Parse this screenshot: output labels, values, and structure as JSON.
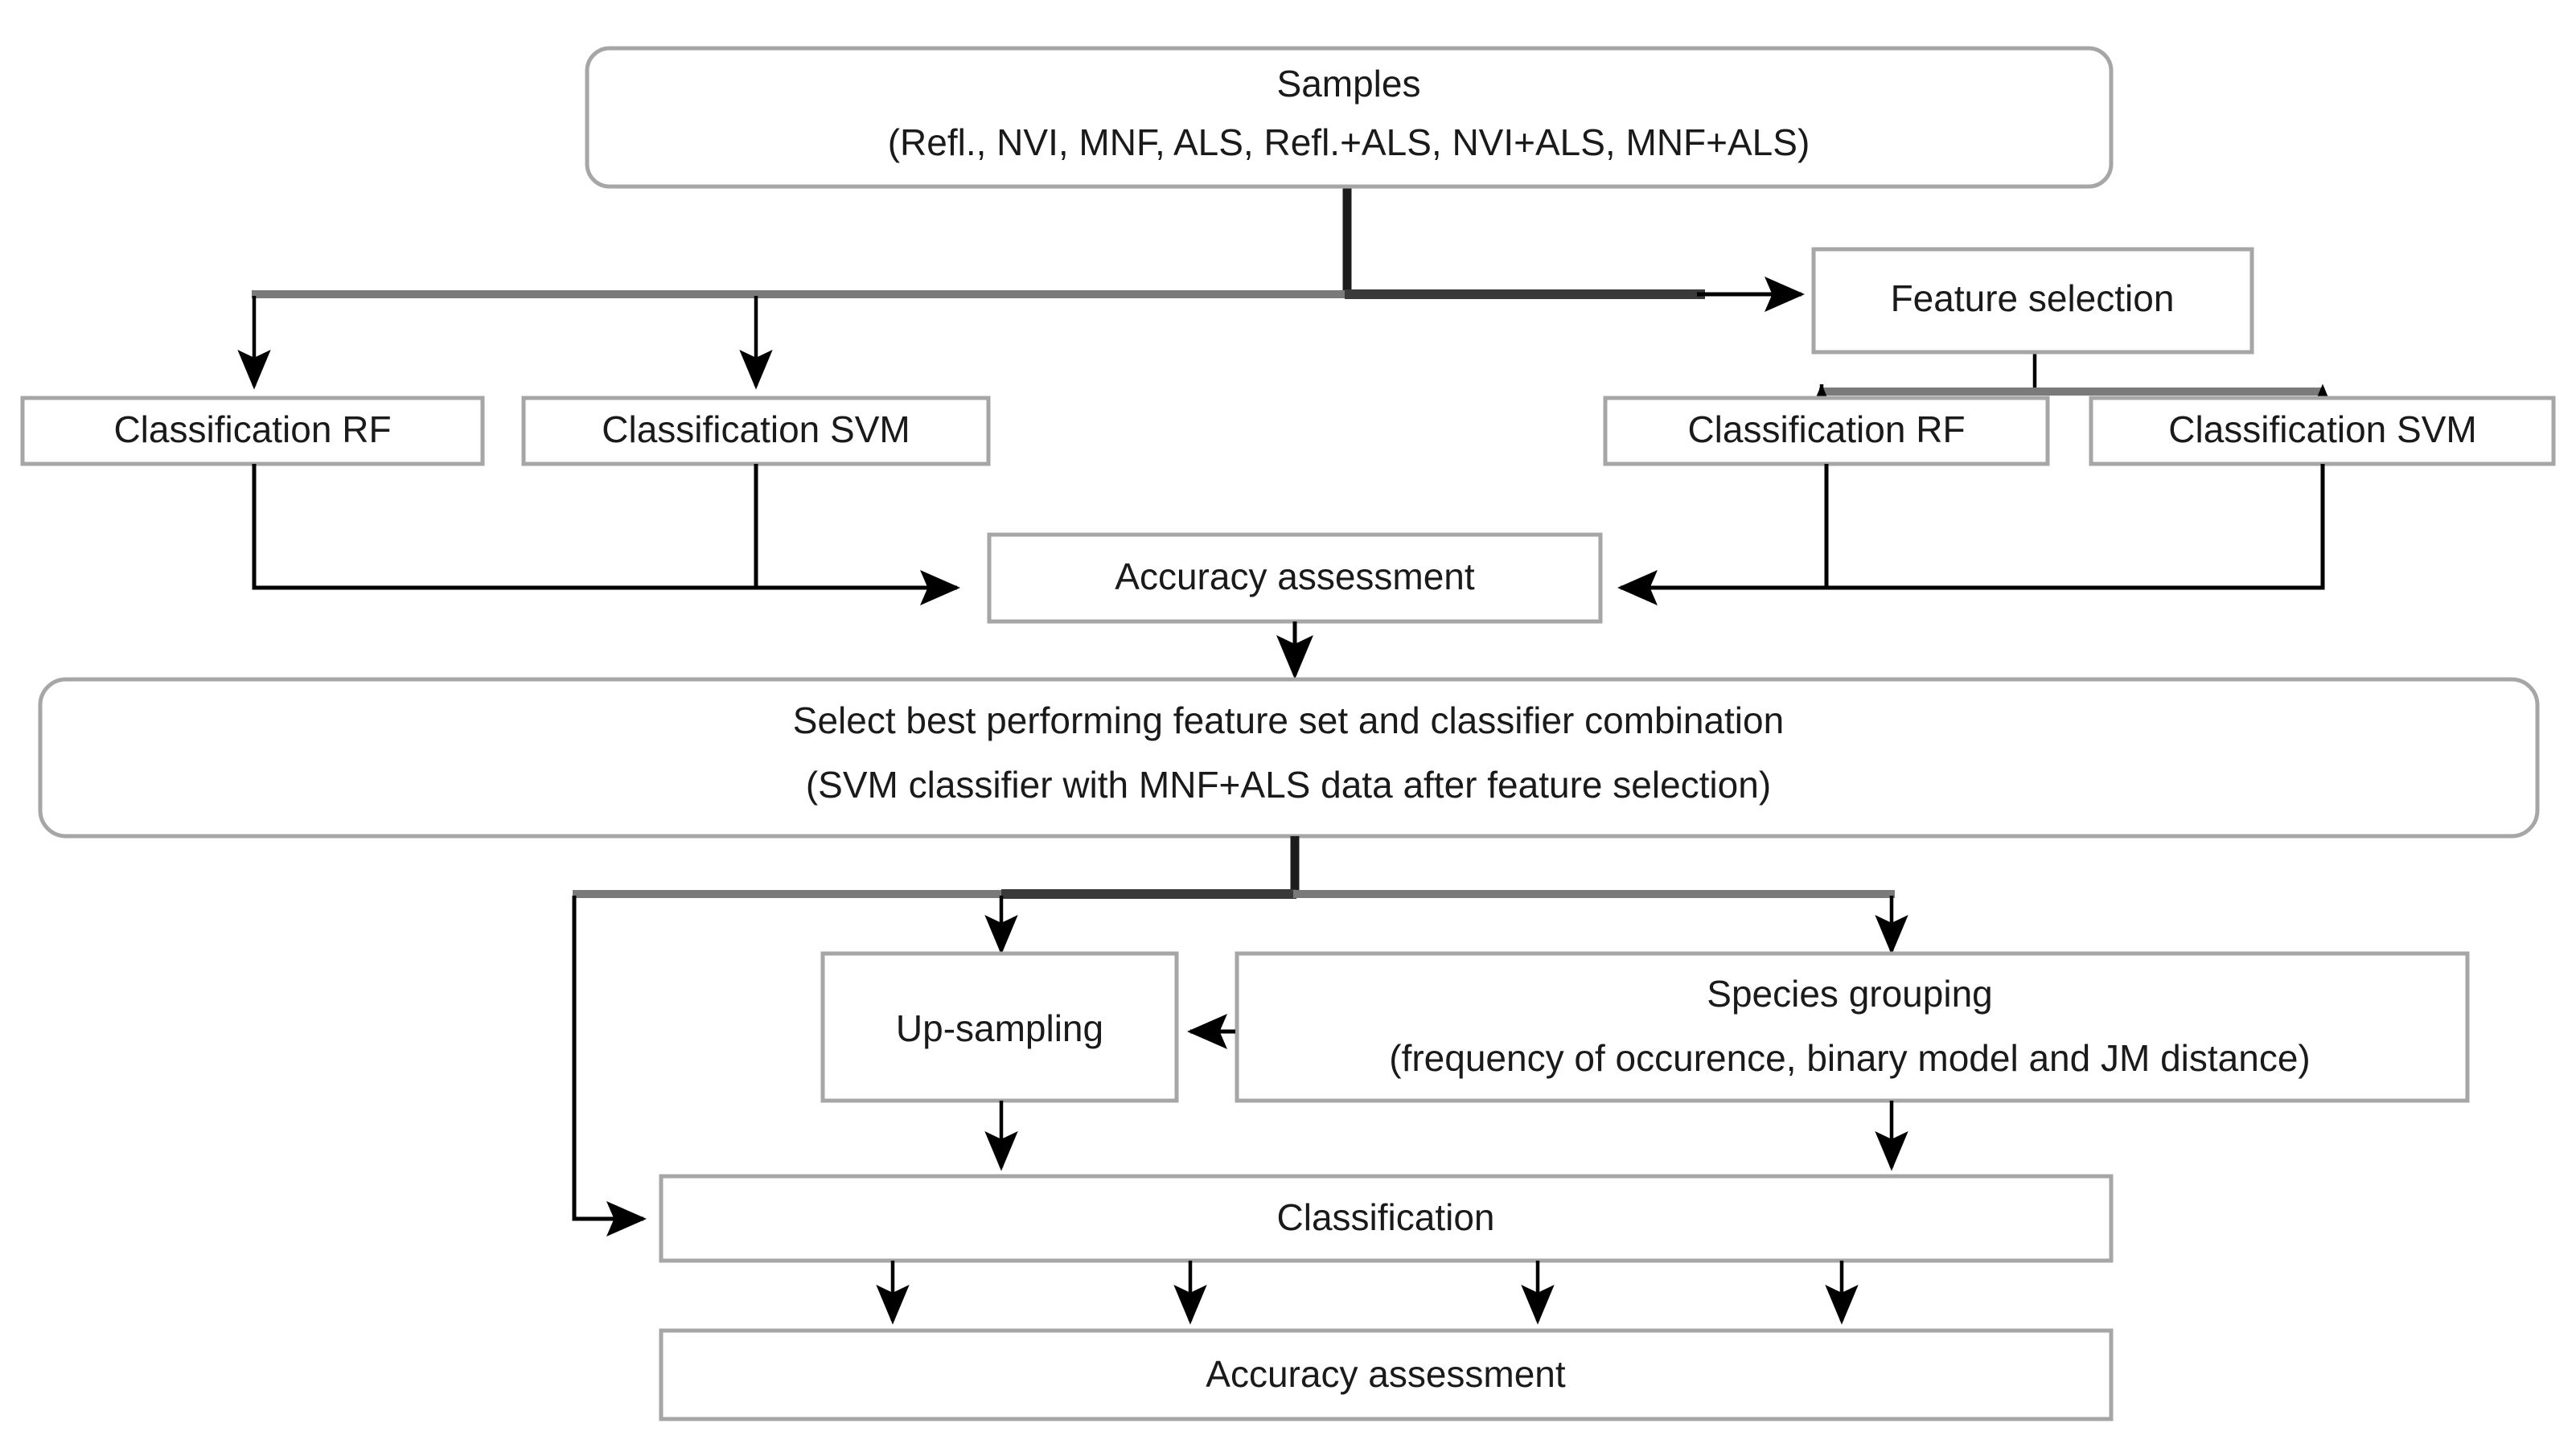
{
  "diagram": {
    "title": "Classification workflow flowchart",
    "nodes": {
      "samples": {
        "line1": "Samples",
        "line2": "(Refl., NVI, MNF,  ALS, Refl.+ALS, NVI+ALS, MNF+ALS)"
      },
      "feature_selection": {
        "label": "Feature selection"
      },
      "classification_rf_left": {
        "label": "Classification RF"
      },
      "classification_svm_left": {
        "label": "Classification SVM"
      },
      "classification_rf_right": {
        "label": "Classification RF"
      },
      "classification_svm_right": {
        "label": "Classification SVM"
      },
      "accuracy_assessment_top": {
        "label": "Accuracy assessment"
      },
      "select_best": {
        "line1": "Select best performing  feature set and classifier combination",
        "line2": "(SVM classifier with MNF+ALS data after feature selection)"
      },
      "up_sampling": {
        "label": "Up-sampling"
      },
      "species_grouping": {
        "line1": "Species grouping",
        "line2": "(frequency of occurence, binary model and JM distance)"
      },
      "classification_bottom": {
        "label": "Classification"
      },
      "accuracy_assessment_bottom": {
        "label": "Accuracy assessment"
      }
    },
    "colors": {
      "box_border": "#a6a6a6",
      "connector": "#000000",
      "connector_gray": "#7a7a7a",
      "connector_dark": "#3a3a3a",
      "text": "#1a1a1a",
      "background": "#ffffff"
    }
  }
}
